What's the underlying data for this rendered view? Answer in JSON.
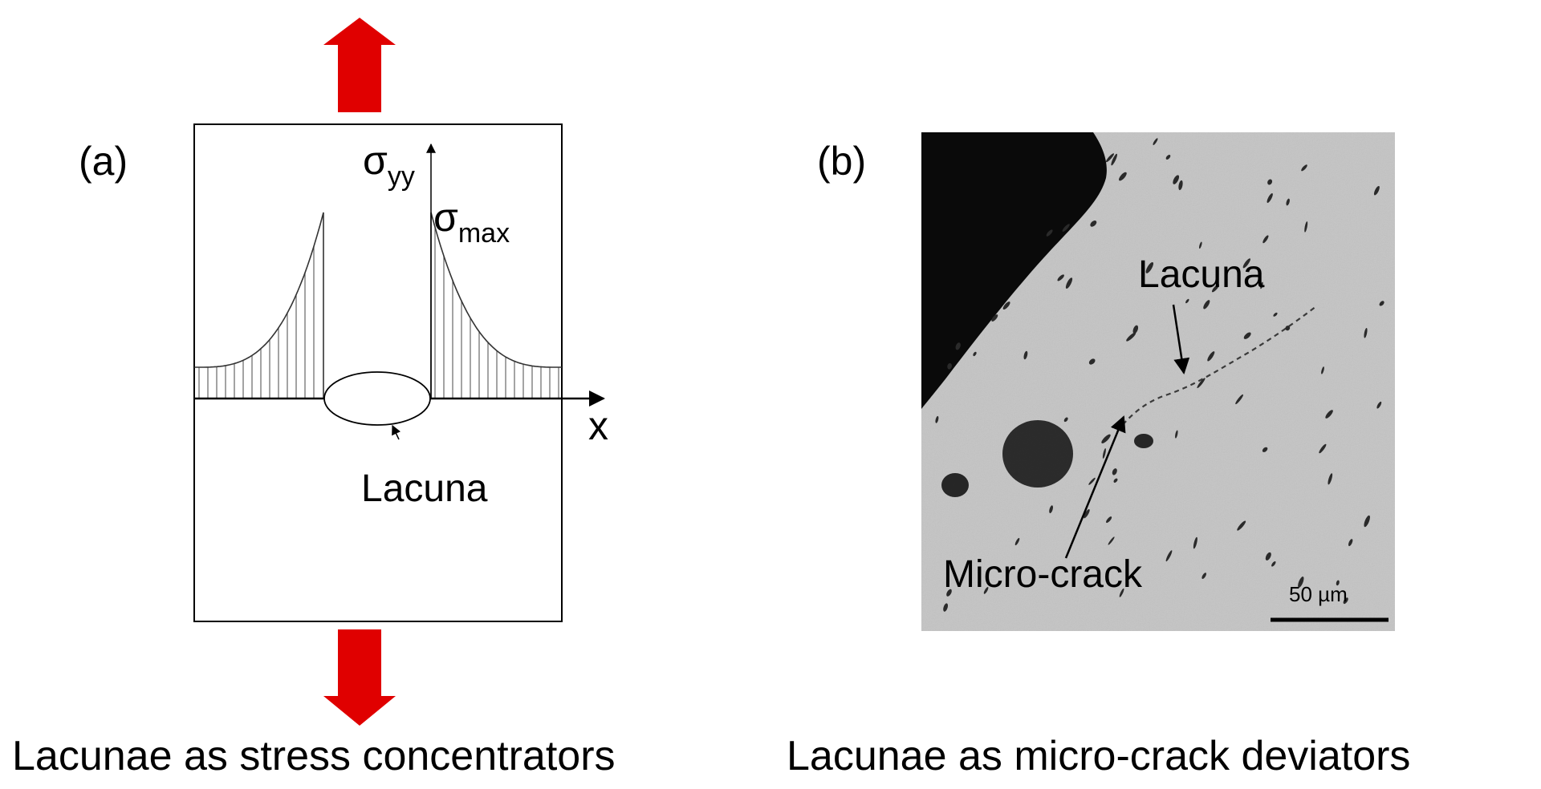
{
  "panel_a": {
    "label": "(a)",
    "y_axis_label": "σ",
    "y_axis_subscript": "yy",
    "peak_label": "σ",
    "peak_subscript": "max",
    "x_axis_label": "x",
    "feature_label": "Lacuna",
    "caption": "Lacunae as stress concentrators",
    "arrow_color": "#e00000"
  },
  "panel_b": {
    "label": "(b)",
    "lacuna_label": "Lacuna",
    "crack_label": "Micro-crack",
    "scale_bar_label": "50 µm",
    "caption": "Lacunae as micro-crack deviators",
    "background_color": "#c4c4c4",
    "void_color": "#0a0a0a"
  }
}
